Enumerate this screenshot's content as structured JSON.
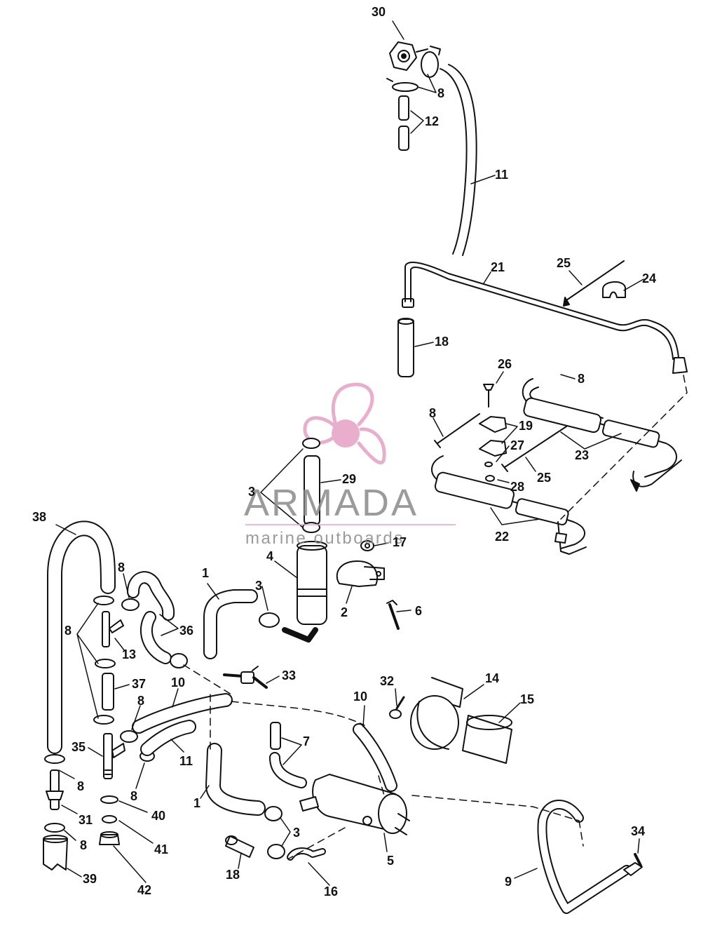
{
  "watermark": {
    "brand": "ARMADA",
    "tagline": "marine outboards",
    "color": "#e8a6c8",
    "icon": "propeller-logo-icon"
  },
  "callouts": [
    {
      "id": "30",
      "text": "30"
    },
    {
      "id": "8a",
      "text": "8"
    },
    {
      "id": "12",
      "text": "12"
    },
    {
      "id": "11a",
      "text": "11"
    },
    {
      "id": "21",
      "text": "21"
    },
    {
      "id": "25a",
      "text": "25"
    },
    {
      "id": "24",
      "text": "24"
    },
    {
      "id": "18a",
      "text": "18"
    },
    {
      "id": "26",
      "text": "26"
    },
    {
      "id": "8b",
      "text": "8"
    },
    {
      "id": "8c",
      "text": "8"
    },
    {
      "id": "19",
      "text": "19"
    },
    {
      "id": "27",
      "text": "27"
    },
    {
      "id": "25b",
      "text": "25"
    },
    {
      "id": "23",
      "text": "23"
    },
    {
      "id": "28",
      "text": "28"
    },
    {
      "id": "22",
      "text": "22"
    },
    {
      "id": "3a",
      "text": "3"
    },
    {
      "id": "29",
      "text": "29"
    },
    {
      "id": "38",
      "text": "38"
    },
    {
      "id": "17",
      "text": "17"
    },
    {
      "id": "4",
      "text": "4"
    },
    {
      "id": "8d",
      "text": "8"
    },
    {
      "id": "1a",
      "text": "1"
    },
    {
      "id": "3b",
      "text": "3"
    },
    {
      "id": "2",
      "text": "2"
    },
    {
      "id": "6",
      "text": "6"
    },
    {
      "id": "36",
      "text": "36"
    },
    {
      "id": "8e",
      "text": "8"
    },
    {
      "id": "13",
      "text": "13"
    },
    {
      "id": "33",
      "text": "33"
    },
    {
      "id": "10a",
      "text": "10"
    },
    {
      "id": "37",
      "text": "37"
    },
    {
      "id": "32",
      "text": "32"
    },
    {
      "id": "14",
      "text": "14"
    },
    {
      "id": "10b",
      "text": "10"
    },
    {
      "id": "15",
      "text": "15"
    },
    {
      "id": "8f",
      "text": "8"
    },
    {
      "id": "7",
      "text": "7"
    },
    {
      "id": "35",
      "text": "35"
    },
    {
      "id": "11b",
      "text": "11"
    },
    {
      "id": "8g",
      "text": "8"
    },
    {
      "id": "8h",
      "text": "8"
    },
    {
      "id": "1b",
      "text": "1"
    },
    {
      "id": "40",
      "text": "40"
    },
    {
      "id": "31",
      "text": "31"
    },
    {
      "id": "3c",
      "text": "3"
    },
    {
      "id": "34",
      "text": "34"
    },
    {
      "id": "8i",
      "text": "8"
    },
    {
      "id": "41",
      "text": "41"
    },
    {
      "id": "5",
      "text": "5"
    },
    {
      "id": "18b",
      "text": "18"
    },
    {
      "id": "9",
      "text": "9"
    },
    {
      "id": "39",
      "text": "39"
    },
    {
      "id": "42",
      "text": "42"
    },
    {
      "id": "16",
      "text": "16"
    }
  ]
}
